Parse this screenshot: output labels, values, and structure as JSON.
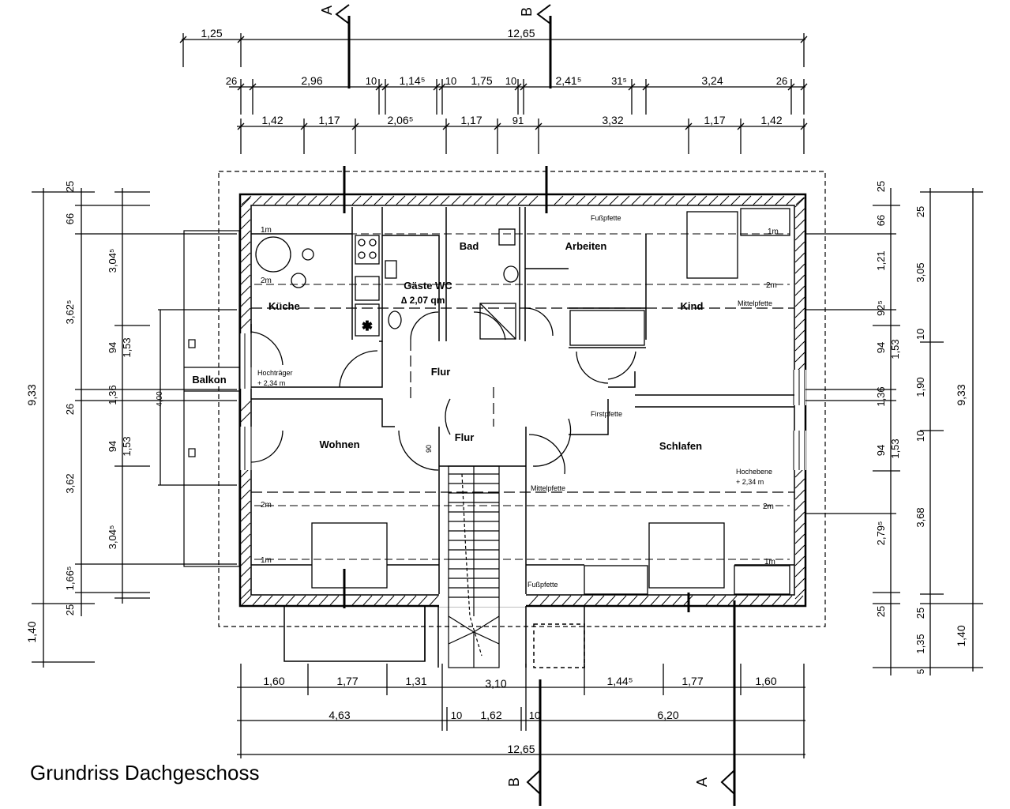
{
  "drawing_title": "Grundriss Dachgeschoss",
  "section_markers": {
    "top_a": "A",
    "top_b": "B",
    "bottom_b": "B",
    "bottom_a": "A"
  },
  "rooms": {
    "kueche": "Küche",
    "bad": "Bad",
    "arbeiten": "Arbeiten",
    "gaeste_wc": "Gäste WC",
    "kind": "Kind",
    "flur_upper": "Flur",
    "flur_lower": "Flur",
    "balkon": "Balkon",
    "wohnen": "Wohnen",
    "schlafen": "Schlafen"
  },
  "annotations": {
    "hochtraeger_1": "Hochträger",
    "hochtraeger_2": "+ 2,34 m",
    "hochebene_1": "Hochebene",
    "hochebene_2": "+ 2,34 m",
    "fusspfette_top": "Fußpfette",
    "fusspfette_bottom": "Fußpfette",
    "firstpfette": "Firstpfette",
    "mittelpfette_right": "Mittelpfette",
    "mittelpfette_center": "Mittelpfette",
    "area_wc": "∆ 2,07 qm",
    "height_1m_tl": "1m",
    "height_2m_tl": "2m",
    "height_1m_tr": "1m",
    "height_2m_tr": "2m",
    "height_2m_bl": "2m",
    "height_1m_bl": "1m",
    "height_2m_br": "2m",
    "height_1m_br": "1m",
    "height_4_00": "4,00",
    "height_90": "90"
  },
  "dimensions": {
    "top_row1": [
      "1,25",
      "12,65"
    ],
    "top_row2": [
      "26",
      "2,96",
      "10",
      "1,14⁵",
      "10",
      "1,75",
      "10",
      "2,41⁵",
      "31⁵",
      "3,24",
      "26"
    ],
    "top_row3": [
      "1,42",
      "1,17",
      "2,06⁵",
      "1,17",
      "91",
      "3,32",
      "1,17",
      "1,42"
    ],
    "bottom_row1": [
      "1,60",
      "1,77",
      "1,31",
      "3,10",
      "1,44⁵",
      "1,77",
      "1,60"
    ],
    "bottom_row2": [
      "4,63",
      "10",
      "1,62",
      "10",
      "6,20"
    ],
    "bottom_row3": [
      "12,65"
    ],
    "left_outer": [
      "9,33",
      "1,40"
    ],
    "left_mid": [
      "25",
      "66",
      "3,62⁵",
      "94",
      "26",
      "94",
      "3,62",
      "1,66⁵",
      "25"
    ],
    "left_inner": [
      "3,04⁵",
      "1,53",
      "1,36",
      "1,53",
      "3,04⁵"
    ],
    "right_inner": [
      "25",
      "66",
      "1,21",
      "92⁵",
      "94",
      "1,36",
      "94",
      "2,79⁵",
      "25",
      "1,35",
      "5"
    ],
    "right_mid": [
      "25",
      "3,05",
      "10",
      "1,53",
      "1,90",
      "1,53",
      "10",
      "3,68",
      "25"
    ],
    "right_outer": [
      "9,33",
      "1,40"
    ]
  }
}
